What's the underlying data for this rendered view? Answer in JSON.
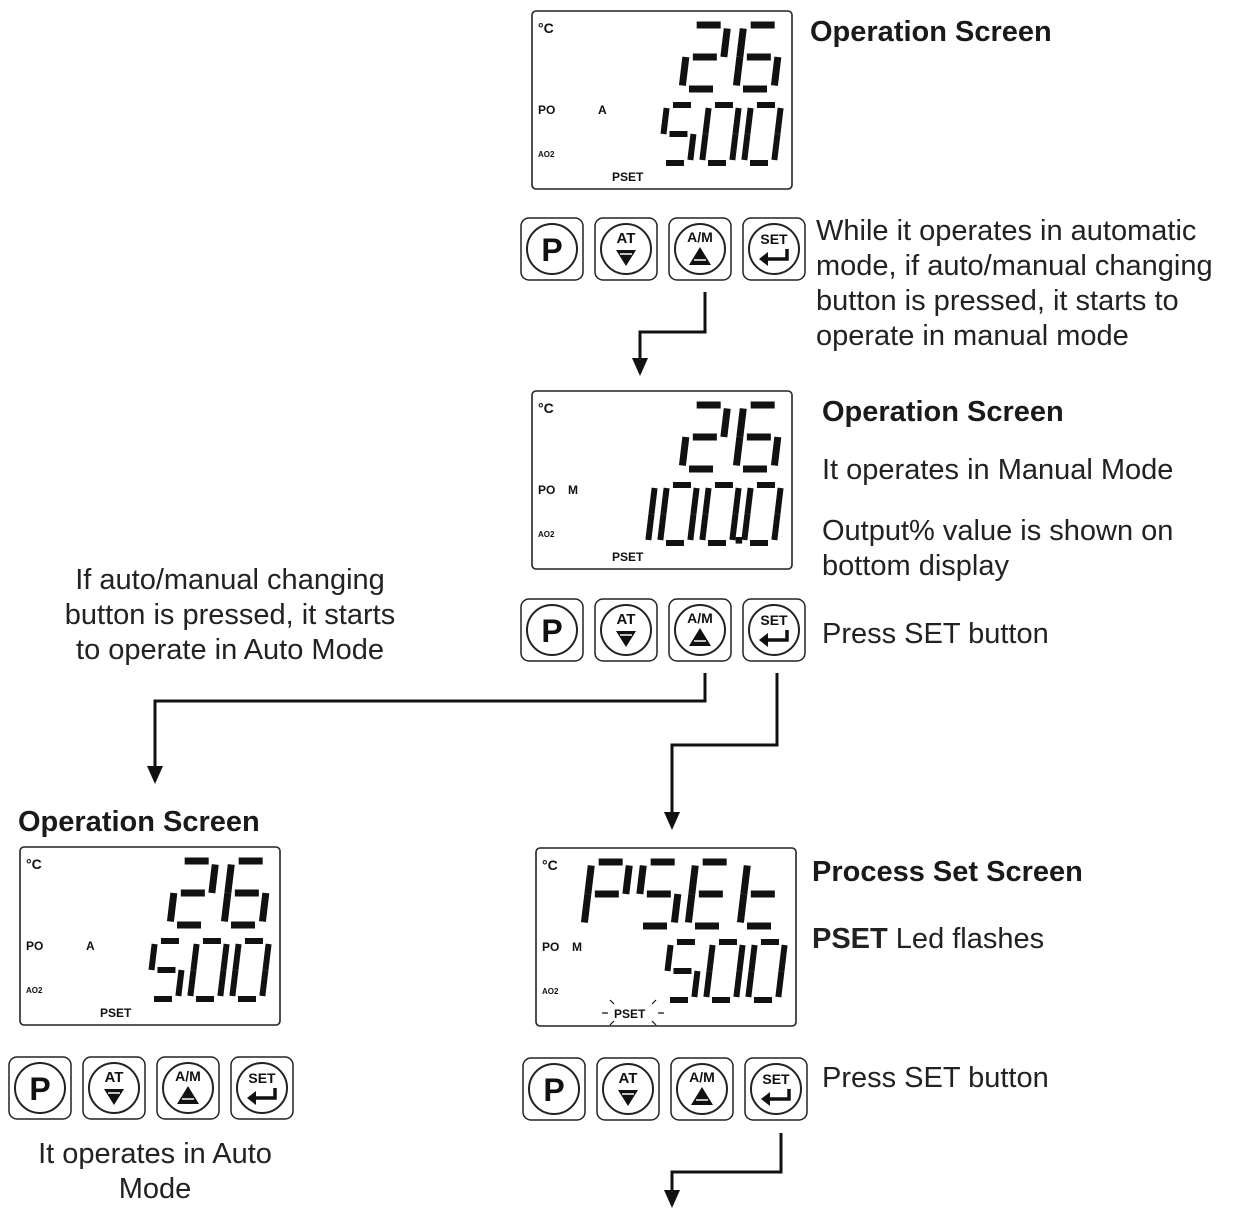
{
  "screens": [
    {
      "id": "s1",
      "unit": "°C",
      "top": "26",
      "bottom": "500",
      "po": "PO",
      "mode": "A",
      "ao": "AO2",
      "pset": "PSET",
      "pset_flash": false
    },
    {
      "id": "s2",
      "unit": "°C",
      "top": "26",
      "bottom": "100.0",
      "po": "PO",
      "mode": "M",
      "ao": "AO2",
      "pset": "PSET",
      "pset_flash": false
    },
    {
      "id": "s3",
      "unit": "°C",
      "top": "26",
      "bottom": "500",
      "po": "PO",
      "mode": "A",
      "ao": "AO2",
      "pset": "PSET",
      "pset_flash": false
    },
    {
      "id": "s4",
      "unit": "°C",
      "top": "PSEt",
      "bottom": "500",
      "po": "PO",
      "mode": "M",
      "ao": "AO2",
      "pset": "PSET",
      "pset_flash": true
    }
  ],
  "buttons": {
    "p": "P",
    "at": "AT",
    "am": "A/M",
    "set": "SET"
  },
  "labels": {
    "s1_title": "Operation Screen",
    "s1_note": [
      "While it operates in automatic",
      "mode, if auto/manual changing",
      "button is pressed, it starts to",
      "operate in manual mode"
    ],
    "s2_title": "Operation Screen",
    "s2_note1": "It operates in Manual Mode",
    "s2_note2": [
      "Output% value is shown on",
      "bottom display"
    ],
    "s2_press": "Press SET button",
    "left_note": [
      "If auto/manual changing",
      "button is pressed, it starts",
      "to operate in Auto Mode"
    ],
    "s3_title": "Operation Screen",
    "s3_note": [
      "It operates in Auto",
      "Mode"
    ],
    "s4_title": "Process Set Screen",
    "s4_led_bold": "PSET",
    "s4_led_text": " Led flashes",
    "s4_press": "Press SET button"
  }
}
